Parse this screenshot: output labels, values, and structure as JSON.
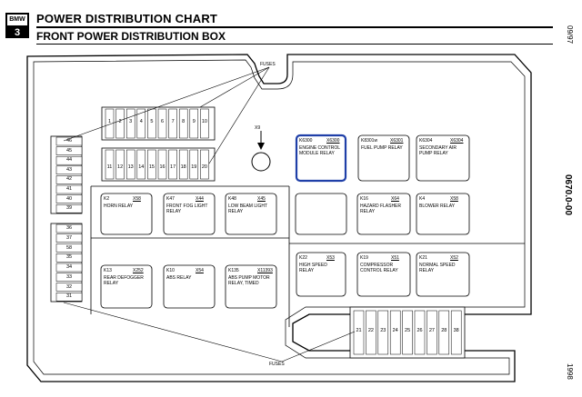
{
  "header": {
    "badge_top": "BMW",
    "badge_num": "3",
    "title": "POWER DISTRIBUTION CHART",
    "subtitle": "FRONT POWER DISTRIBUTION BOX"
  },
  "side": {
    "top": "09/97",
    "middle": "0670.0-00",
    "bottom": "1998"
  },
  "labels": {
    "fuses_top": "FUSES",
    "fuses_bottom": "FUSES",
    "x9": "X9"
  },
  "fuses_top_row": [
    "1",
    "2",
    "3",
    "4",
    "5",
    "6",
    "7",
    "8",
    "9",
    "10"
  ],
  "fuses_mid_row": [
    "11",
    "12",
    "13",
    "14",
    "15",
    "16",
    "17",
    "18",
    "19",
    "20"
  ],
  "fuses_left_col": [
    "46",
    "45",
    "44",
    "43",
    "42",
    "41",
    "40",
    "39",
    "36",
    "37",
    "58",
    "35",
    "34",
    "33",
    "32",
    "31"
  ],
  "fuses_bottom_row": [
    "21",
    "22",
    "23",
    "24",
    "25",
    "26",
    "27",
    "28",
    "38"
  ],
  "relays": [
    {
      "code_a": "K6300",
      "code_b": "X6300",
      "name": "ENGINE CONTROL\nMODULE RELAY"
    },
    {
      "code_a": "K8301w",
      "code_b": "X6301",
      "name": "FUEL PUMP RELAY"
    },
    {
      "code_a": "K6304",
      "code_b": "X6304",
      "name": "SECONDARY AIR\nPUMP RELAY"
    },
    {
      "code_a": "K2",
      "code_b": "X58",
      "name": "HORN RELAY"
    },
    {
      "code_a": "K47",
      "code_b": "X44",
      "name": "FRONT FOG LIGHT\nRELAY"
    },
    {
      "code_a": "K48",
      "code_b": "X45",
      "name": "LOW BEAM LIGHT\nRELAY"
    },
    {
      "code_a": "K16",
      "code_b": "X64",
      "name": "HAZARD FLASHER\nRELAY"
    },
    {
      "code_a": "K4",
      "code_b": "X58",
      "name": "BLOWER RELAY"
    },
    {
      "code_a": "K13",
      "code_b": "X252",
      "name": "REAR DEFOGGER\nRELAY"
    },
    {
      "code_a": "K10",
      "code_b": "X54",
      "name": "ABS RELAY"
    },
    {
      "code_a": "K135",
      "code_b": "X11393",
      "name": "ABS PUMP MOTOR\nRELAY, TIMED"
    },
    {
      "code_a": "K22",
      "code_b": "X53",
      "name": "HIGH SPEED\nRELAY"
    },
    {
      "code_a": "K19",
      "code_b": "X51",
      "name": "COMPRESSOR\nCONTROL RELAY"
    },
    {
      "code_a": "K21",
      "code_b": "X52",
      "name": "NORMAL SPEED\nRELAY"
    }
  ],
  "colors": {
    "highlight": "#1f3fa8",
    "line": "#000000"
  }
}
